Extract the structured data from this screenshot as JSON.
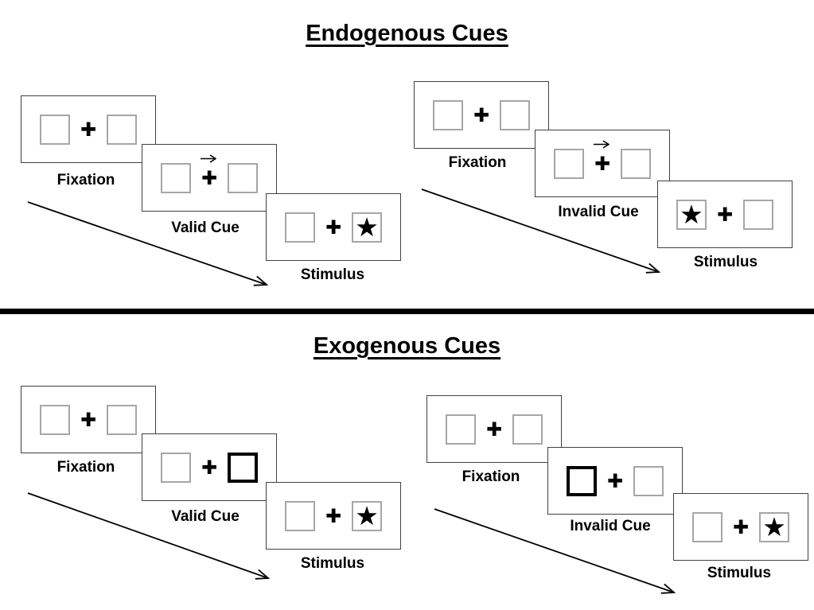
{
  "figure": {
    "sections": [
      {
        "title": "Endogenous Cues",
        "groups": [
          {
            "trial_type": "valid",
            "panels": [
              {
                "label": "Fixation",
                "left_box": "empty",
                "right_box": "empty",
                "cue": "none"
              },
              {
                "label": "Valid Cue",
                "left_box": "empty",
                "right_box": "empty",
                "cue": "central-arrow-pointing-right"
              },
              {
                "label": "Stimulus",
                "left_box": "empty",
                "right_box": "star",
                "cue": "none"
              }
            ]
          },
          {
            "trial_type": "invalid",
            "panels": [
              {
                "label": "Fixation",
                "left_box": "empty",
                "right_box": "empty",
                "cue": "none"
              },
              {
                "label": "Invalid Cue",
                "left_box": "empty",
                "right_box": "empty",
                "cue": "central-arrow-pointing-right"
              },
              {
                "label": "Stimulus",
                "left_box": "star",
                "right_box": "empty",
                "cue": "none"
              }
            ]
          }
        ]
      },
      {
        "title": "Exogenous Cues",
        "groups": [
          {
            "trial_type": "valid",
            "panels": [
              {
                "label": "Fixation",
                "left_box": "empty",
                "right_box": "empty",
                "cue": "none"
              },
              {
                "label": "Valid Cue",
                "left_box": "empty",
                "right_box": "thick-outline-box",
                "cue": "peripheral-thick-box-right"
              },
              {
                "label": "Stimulus",
                "left_box": "empty",
                "right_box": "star",
                "cue": "none"
              }
            ]
          },
          {
            "trial_type": "invalid",
            "panels": [
              {
                "label": "Fixation",
                "left_box": "empty",
                "right_box": "empty",
                "cue": "none"
              },
              {
                "label": "Invalid Cue",
                "left_box": "thick-outline-box",
                "right_box": "empty",
                "cue": "peripheral-thick-box-left"
              },
              {
                "label": "Stimulus",
                "left_box": "empty",
                "right_box": "star",
                "cue": "none"
              }
            ]
          }
        ]
      }
    ]
  },
  "glyphs": {
    "fixation_cross": "✚",
    "star": "★"
  },
  "colors": {
    "text": "#000000",
    "panel_border": "#404040",
    "box_border": "#a6a6a6",
    "thick_cue_border": "#000000",
    "divider": "#000000",
    "arrow": "#000000"
  }
}
